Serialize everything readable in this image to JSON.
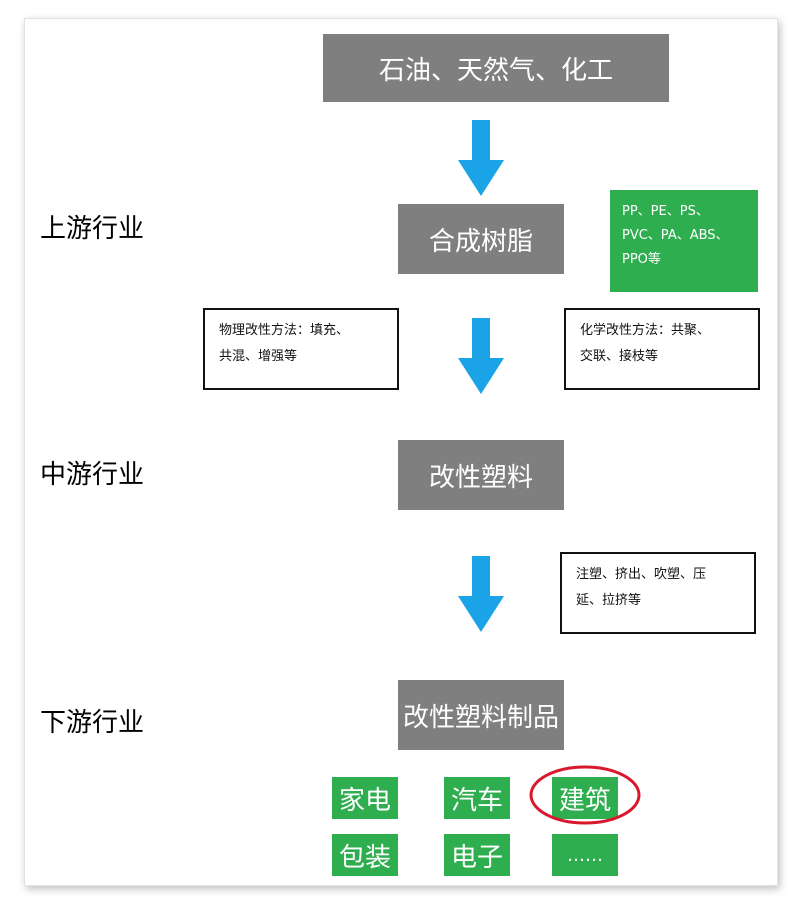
{
  "top_source": "石油、天然气、化工",
  "resin": "合成树脂",
  "resin_types": [
    "PP、PE、PS、",
    "PVC、PA、ABS、",
    "PPO等"
  ],
  "physical_method": [
    "物理改性方法：填充、",
    "共混、增强等"
  ],
  "chemical_method": [
    "化学改性方法：共聚、",
    "交联、接枝等"
  ],
  "modified_plastic": "改性塑料",
  "processing_methods": [
    "注塑、挤出、吹塑、压",
    "延、拉挤等"
  ],
  "modified_products": "改性塑料制品",
  "levels": {
    "upstream": "上游行业",
    "midstream": "中游行业",
    "downstream": "下游行业"
  },
  "applications": [
    "家电",
    "汽车",
    "建筑",
    "包装",
    "电子",
    "……"
  ],
  "colors": {
    "gray_box": "#7f7f7f",
    "green": "#2fae4f",
    "arrow": "#1aa3e6",
    "highlight": "#d9182d"
  }
}
